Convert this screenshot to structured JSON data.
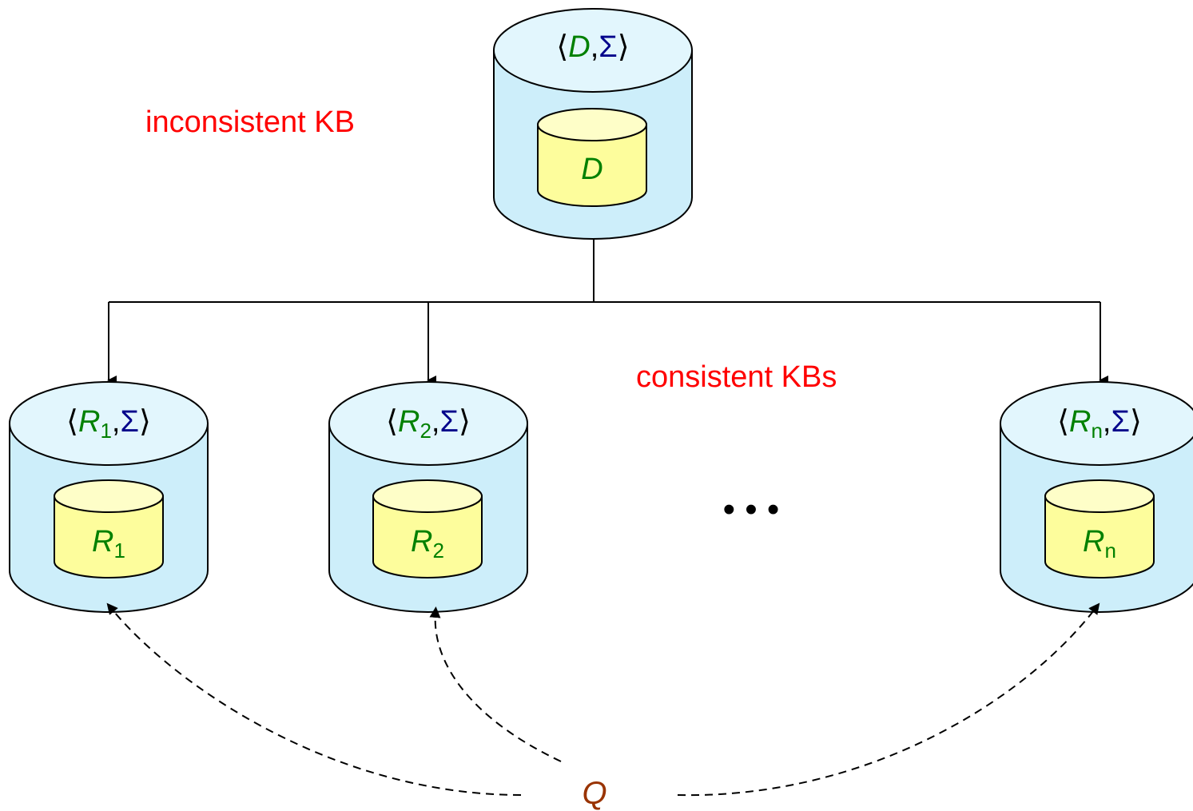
{
  "labels": {
    "inconsistent": "inconsistent KB",
    "consistent": "consistent KBs",
    "ellipsis": "• • •",
    "query": "Q"
  },
  "top_db": {
    "outer": {
      "open": "⟨",
      "var": "D",
      "sep": ",",
      "sigma": "Σ",
      "close": "⟩"
    },
    "inner": {
      "var": "D"
    }
  },
  "repairs": [
    {
      "outer": {
        "open": "⟨",
        "var": "R",
        "sub": "1",
        "sep": ",",
        "sigma": "Σ",
        "close": "⟩"
      },
      "inner": {
        "var": "R",
        "sub": "1"
      }
    },
    {
      "outer": {
        "open": "⟨",
        "var": "R",
        "sub": "2",
        "sep": ",",
        "sigma": "Σ",
        "close": "⟩"
      },
      "inner": {
        "var": "R",
        "sub": "2"
      }
    },
    {
      "outer": {
        "open": "⟨",
        "var": "R",
        "sub": "n",
        "sep": ",",
        "sigma": "Σ",
        "close": "⟩"
      },
      "inner": {
        "var": "R",
        "sub": "n"
      }
    }
  ],
  "colors": {
    "outer_fill": "#cdeefa",
    "outer_top": "#e2f6fd",
    "inner_fill": "#fdfd9c",
    "inner_top": "#fefec8",
    "var_text": "#008000",
    "sigma_text": "#00008b",
    "label_red": "#ff0000",
    "query_text": "#993300",
    "stroke": "#000000"
  }
}
